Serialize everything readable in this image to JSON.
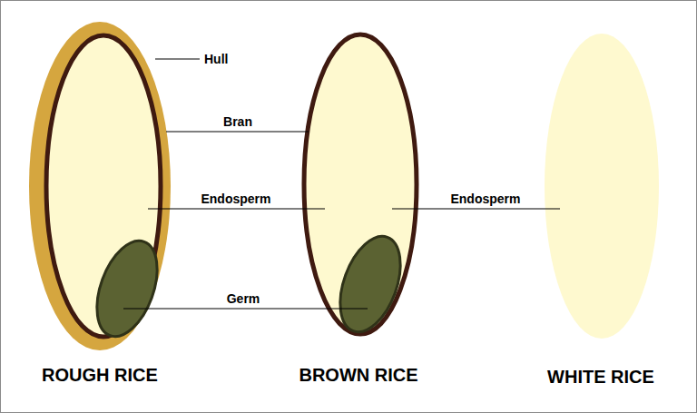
{
  "diagram": {
    "labels": [
      "Hull",
      "Bran",
      "Endosperm",
      "Germ",
      "Endosperm",
      "ROUGH RICE",
      "BROWN RICE",
      "WHITE RICE"
    ]
  }
}
